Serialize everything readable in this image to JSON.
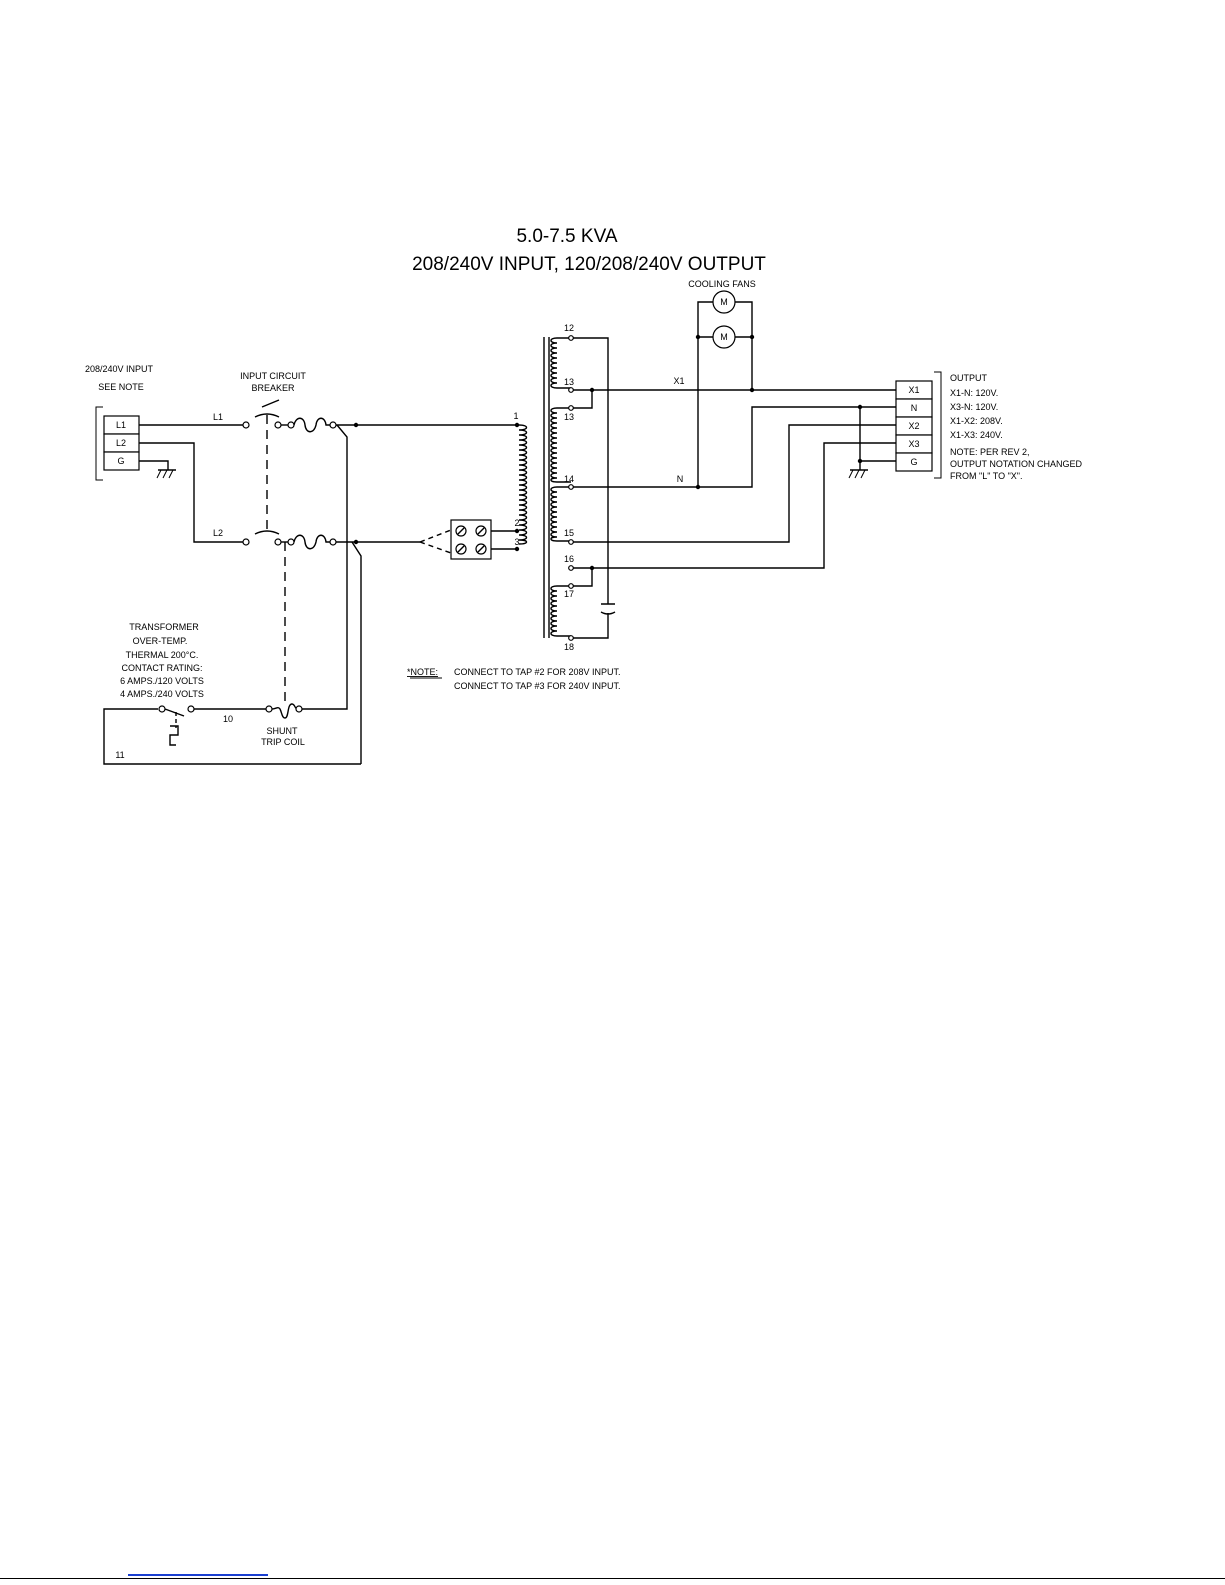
{
  "title": {
    "line1": "5.0-7.5 KVA",
    "line2": "208/240V INPUT, 120/208/240V OUTPUT"
  },
  "input": {
    "heading": "208/240V INPUT",
    "subheading": "SEE NOTE",
    "terminals": [
      "L1",
      "L2",
      "G"
    ],
    "wire_labels": [
      "L1",
      "L2"
    ]
  },
  "breaker": {
    "line1": "INPUT CIRCUIT",
    "line2": "BREAKER"
  },
  "fans": {
    "label": "COOLING FANS",
    "motor_symbol": "M"
  },
  "taps": {
    "primary": [
      "1",
      "2",
      "3"
    ],
    "secondary": [
      "12",
      "13",
      "13",
      "14",
      "15",
      "16",
      "17",
      "18"
    ]
  },
  "wires": {
    "x1": "X1",
    "n": "N",
    "w10": "10",
    "w11": "11"
  },
  "output": {
    "heading": "OUTPUT",
    "terminals": [
      "X1",
      "N",
      "X2",
      "X3",
      "G"
    ],
    "specs": [
      "X1-N: 120V.",
      "X3-N: 120V.",
      "X1-X2: 208V.",
      "X1-X3: 240V."
    ],
    "note": [
      "NOTE: PER REV 2,",
      "OUTPUT NOTATION CHANGED",
      "FROM \"L\" TO \"X\"."
    ]
  },
  "thermal": {
    "lines": [
      "TRANSFORMER",
      "OVER-TEMP.",
      "THERMAL 200°C.",
      "CONTACT RATING:",
      "6 AMPS./120 VOLTS",
      "4 AMPS./240 VOLTS"
    ]
  },
  "shunt": {
    "line1": "SHUNT",
    "line2": "TRIP COIL"
  },
  "note": {
    "label": "*NOTE:",
    "lines": [
      "CONNECT TO TAP #2 FOR 208V INPUT.",
      "CONNECT TO TAP #3 FOR 240V INPUT."
    ]
  }
}
